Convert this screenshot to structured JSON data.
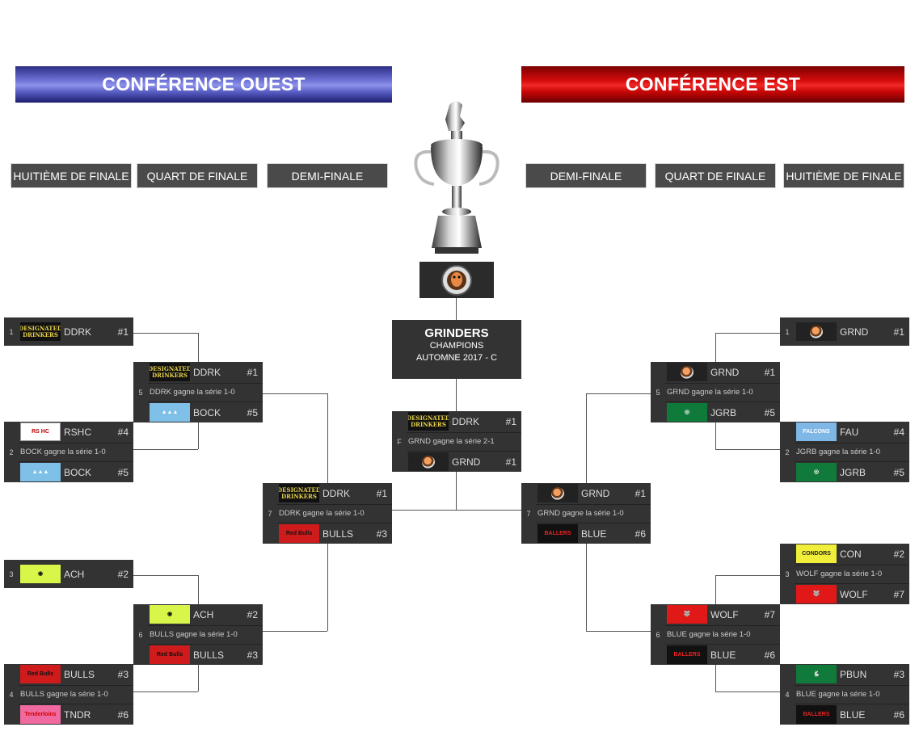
{
  "conferences": {
    "west": "CONFÉRENCE OUEST",
    "east": "CONFÉRENCE EST"
  },
  "rounds": {
    "west": [
      "HUITIÈME DE FINALE",
      "QUART DE FINALE",
      "DEMI-FINALE"
    ],
    "east": [
      "DEMI-FINALE",
      "QUART DE FINALE",
      "HUITIÈME DE FINALE"
    ]
  },
  "champion": {
    "name": "GRINDERS",
    "line1": "CHAMPIONS",
    "line2": "AUTOMNE 2017 - C"
  },
  "final": {
    "num": "F",
    "top": {
      "abbr": "DDRK",
      "seed": "#1",
      "logo": "DESIGNATED DRINKERS"
    },
    "note": "GRND gagne la série 2-1",
    "bottom": {
      "abbr": "GRND",
      "seed": "#1",
      "logo": ""
    }
  },
  "west": {
    "r1": [
      {
        "num": "1",
        "top": {
          "abbr": "DDRK",
          "seed": "#1",
          "logo": "DESIGNATED DRINKERS"
        }
      },
      {
        "num": "2",
        "top": {
          "abbr": "RSHC",
          "seed": "#4",
          "logo": "RS HC"
        },
        "note": "BOCK gagne la série 1-0",
        "bottom": {
          "abbr": "BOCK",
          "seed": "#5",
          "logo": "▲▲▲"
        }
      },
      {
        "num": "3",
        "top": {
          "abbr": "ACH",
          "seed": "#2",
          "logo": "◉"
        }
      },
      {
        "num": "4",
        "top": {
          "abbr": "BULLS",
          "seed": "#3",
          "logo": "Red Bulls"
        },
        "note": "BULLS gagne la série 1-0",
        "bottom": {
          "abbr": "TNDR",
          "seed": "#6",
          "logo": "Tenderloins"
        }
      }
    ],
    "r2": [
      {
        "num": "5",
        "top": {
          "abbr": "DDRK",
          "seed": "#1",
          "logo": "DESIGNATED DRINKERS"
        },
        "note": "DDRK gagne la série 1-0",
        "bottom": {
          "abbr": "BOCK",
          "seed": "#5",
          "logo": "▲▲▲"
        }
      },
      {
        "num": "6",
        "top": {
          "abbr": "ACH",
          "seed": "#2",
          "logo": "◉"
        },
        "note": "BULLS gagne la série 1-0",
        "bottom": {
          "abbr": "BULLS",
          "seed": "#3",
          "logo": "Red Bulls"
        }
      }
    ],
    "r3": [
      {
        "num": "7",
        "top": {
          "abbr": "DDRK",
          "seed": "#1",
          "logo": "DESIGNATED DRINKERS"
        },
        "note": "DDRK gagne la série 1-0",
        "bottom": {
          "abbr": "BULLS",
          "seed": "#3",
          "logo": "Red Bulls"
        }
      }
    ]
  },
  "east": {
    "r1": [
      {
        "num": "1",
        "top": {
          "abbr": "GRND",
          "seed": "#1",
          "logo": ""
        }
      },
      {
        "num": "2",
        "top": {
          "abbr": "FAU",
          "seed": "#4",
          "logo": "FALCONS"
        },
        "note": "JGRB gagne la série 1-0",
        "bottom": {
          "abbr": "JGRB",
          "seed": "#5",
          "logo": "◎"
        }
      },
      {
        "num": "3",
        "top": {
          "abbr": "CON",
          "seed": "#2",
          "logo": "CONDORS"
        },
        "note": "WOLF gagne la série 1-0",
        "bottom": {
          "abbr": "WOLF",
          "seed": "#7",
          "logo": "🐺"
        }
      },
      {
        "num": "4",
        "top": {
          "abbr": "PBUN",
          "seed": "#3",
          "logo": "🐇"
        },
        "note": "BLUE gagne la série 1-0",
        "bottom": {
          "abbr": "BLUE",
          "seed": "#6",
          "logo": "BALLERS"
        }
      }
    ],
    "r2": [
      {
        "num": "5",
        "top": {
          "abbr": "GRND",
          "seed": "#1",
          "logo": ""
        },
        "note": "GRND gagne la série 1-0",
        "bottom": {
          "abbr": "JGRB",
          "seed": "#5",
          "logo": "◎"
        }
      },
      {
        "num": "6",
        "top": {
          "abbr": "WOLF",
          "seed": "#7",
          "logo": "🐺"
        },
        "note": "BLUE gagne la série 1-0",
        "bottom": {
          "abbr": "BLUE",
          "seed": "#6",
          "logo": "BALLERS"
        }
      }
    ],
    "r3": [
      {
        "num": "7",
        "top": {
          "abbr": "GRND",
          "seed": "#1",
          "logo": ""
        },
        "note": "GRND gagne la série 1-0",
        "bottom": {
          "abbr": "BLUE",
          "seed": "#6",
          "logo": "BALLERS"
        }
      }
    ]
  },
  "colors": {
    "west_accent": "#5a5fc5",
    "east_accent": "#d60c0c",
    "box_bg": "#333333"
  }
}
